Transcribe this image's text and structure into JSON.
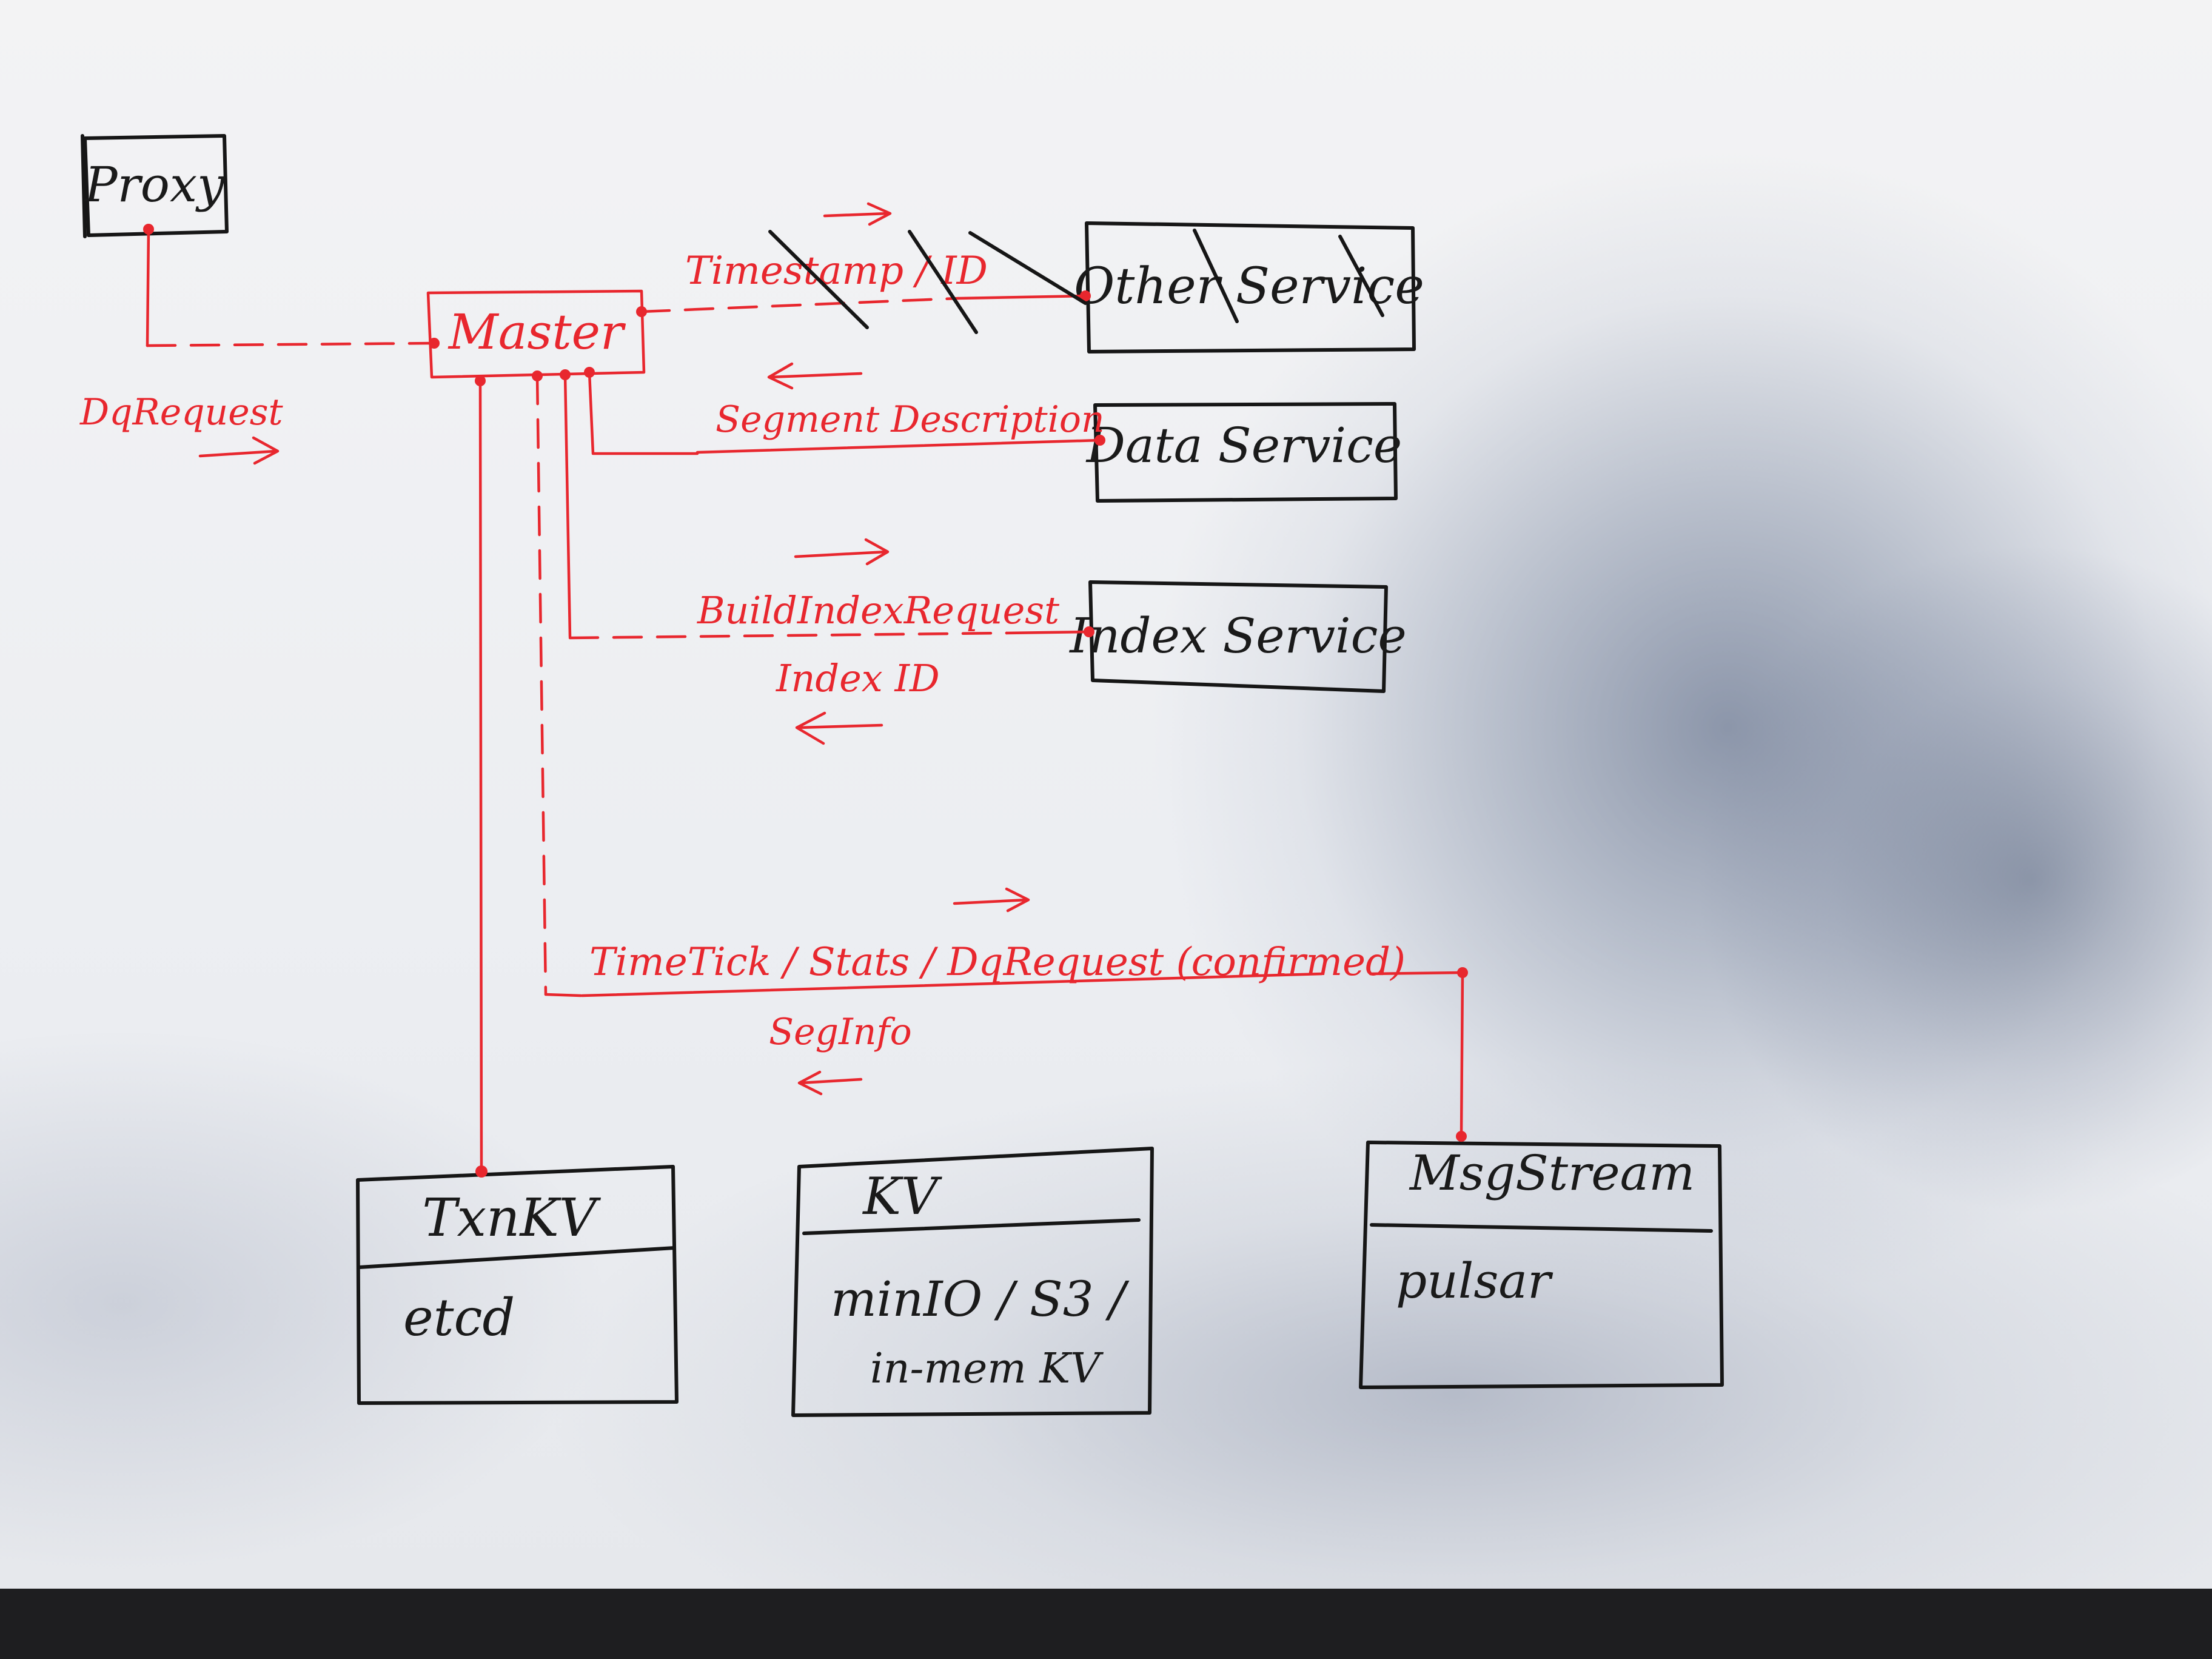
{
  "colors": {
    "box_ink": "#161616",
    "arrow_ink": "#e8272e",
    "paper": "#eeeff2"
  },
  "nodes": {
    "proxy": "Proxy",
    "master": "Master",
    "other_service": "Other Service",
    "data_service": "Data Service",
    "index_service": "Index Service"
  },
  "storage": {
    "txnkv": {
      "title": "TxnKV",
      "body": "etcd"
    },
    "kv": {
      "title": "KV",
      "body_line1": "minIO / S3 /",
      "body_line2": "in-mem KV"
    },
    "msgstream": {
      "title": "MsgStream",
      "body": "pulsar"
    }
  },
  "edges": {
    "proxy_master": "DqRequest",
    "master_other": "Timestamp / ID",
    "master_data": "Segment Description",
    "master_index_request": "BuildIndexRequest",
    "master_index_response": "Index ID",
    "master_msgstream_request": "TimeTick / Stats / DqRequest (confirmed)",
    "master_msgstream_response": "SegInfo"
  }
}
